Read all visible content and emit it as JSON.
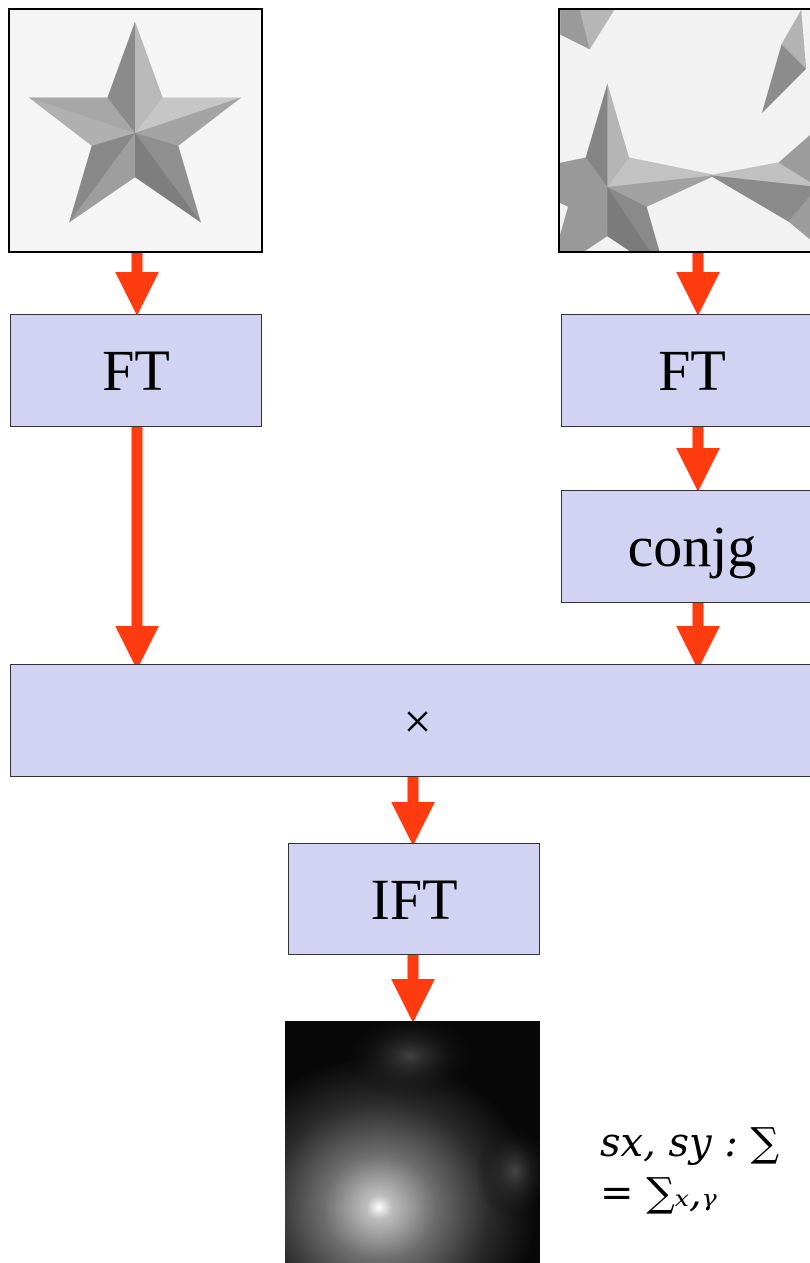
{
  "boxes": {
    "ft_left": "FT",
    "ft_right": "FT",
    "conjg": "conjg",
    "multiply": "×",
    "ift": "IFT"
  },
  "images": {
    "input_left": "star-image",
    "input_right": "tiled-star-image",
    "output": "cross-correlation-map"
  },
  "formula": {
    "line1": "sx, sy : ∑",
    "line2": "= ∑ₓ,ᵧ"
  },
  "colors": {
    "box_fill": "#d2d3f2",
    "arrow": "#ff3b0f"
  }
}
